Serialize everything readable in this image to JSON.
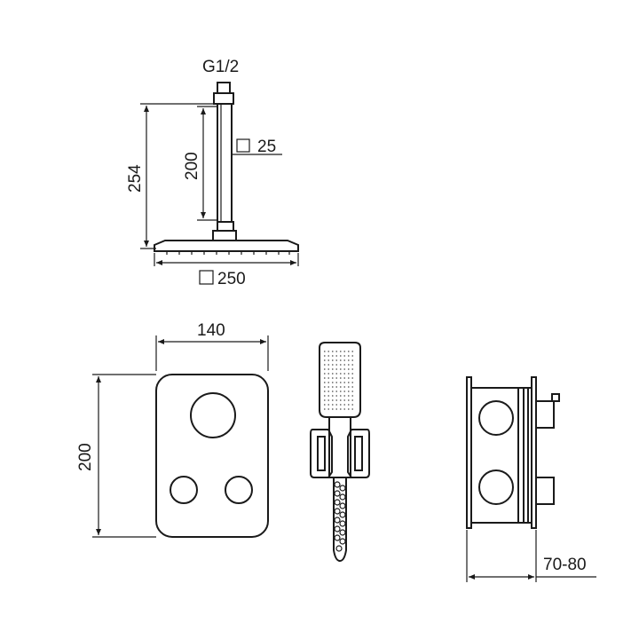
{
  "shower_head_view": {
    "thread_label": "G1/2",
    "overall_height": "254",
    "arm_length": "200",
    "arm_section": "25",
    "head_size": "250"
  },
  "front_view": {
    "plate_width": "140",
    "plate_height": "200"
  },
  "side_view": {
    "install_depth": "70-80"
  }
}
